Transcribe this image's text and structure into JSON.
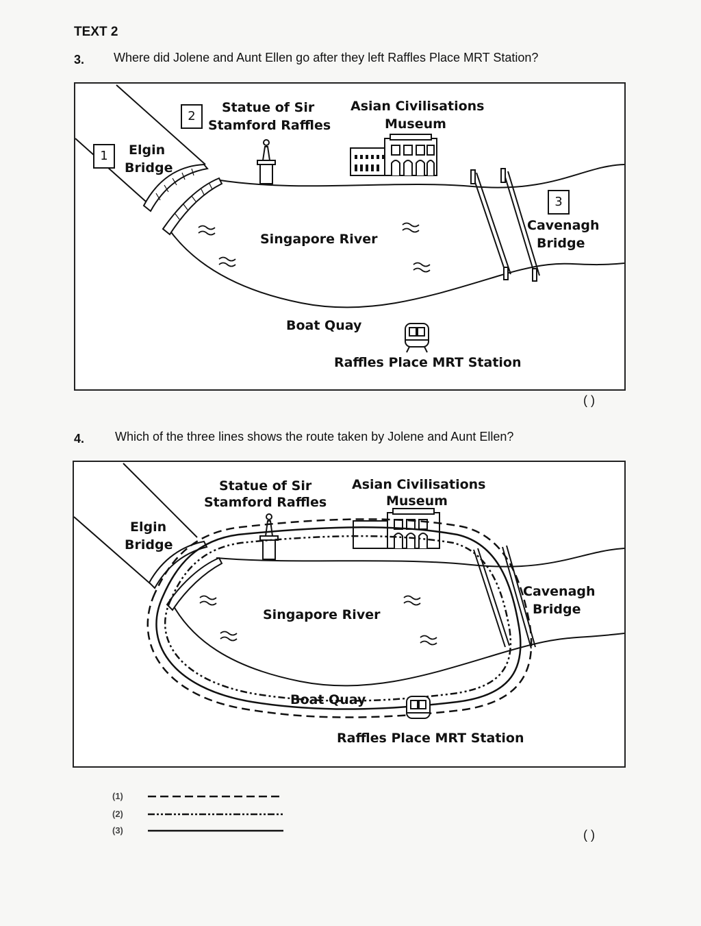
{
  "section_title": "TEXT 2",
  "q3": {
    "number": "3.",
    "text": "Where did Jolene and Aunt Ellen go after they left Raffles Place MRT Station?",
    "answer_bracket": "(      )"
  },
  "q4": {
    "number": "4.",
    "text": "Which of the three lines shows the route taken by Jolene and Aunt Ellen?",
    "answer_bracket": "(      )"
  },
  "map_labels": {
    "elgin_line1": "Elgin",
    "elgin_line2": "Bridge",
    "statue_line1": "Statue of Sir",
    "statue_line2": "Stamford Raffles",
    "museum_line1": "Asian Civilisations",
    "museum_line2": "Museum",
    "river": "Singapore River",
    "cavenagh_line1": "Cavenagh",
    "cavenagh_line2": "Bridge",
    "boat_quay": "Boat Quay",
    "mrt": "Raffles Place MRT Station"
  },
  "map1_boxes": [
    "1",
    "2",
    "3"
  ],
  "legend": [
    {
      "label": "(1)",
      "style": "dashed"
    },
    {
      "label": "(2)",
      "style": "dash-dot"
    },
    {
      "label": "(3)",
      "style": "solid"
    }
  ]
}
